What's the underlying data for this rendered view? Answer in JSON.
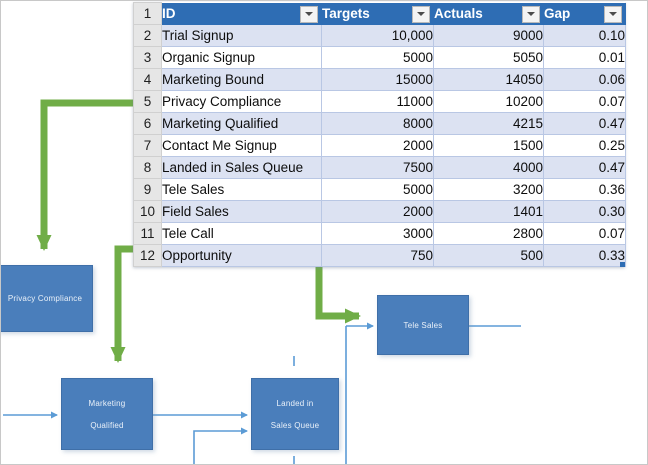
{
  "spreadsheet": {
    "row_numbers": [
      "1",
      "2",
      "3",
      "4",
      "5",
      "6",
      "7",
      "8",
      "9",
      "10",
      "11",
      "12"
    ],
    "headers": [
      "ID",
      "Targets",
      "Actuals",
      "Gap"
    ],
    "header_fill": "#2E6DB4",
    "band_fill": "#DCE2F2",
    "rows": [
      {
        "n": "2",
        "id": "Trial Signup",
        "targets": "10,000",
        "actuals": "9000",
        "gap": "0.10"
      },
      {
        "n": "3",
        "id": "Organic Signup",
        "targets": "5000",
        "actuals": "5050",
        "gap": "0.01"
      },
      {
        "n": "4",
        "id": "Marketing Bound",
        "targets": "15000",
        "actuals": "14050",
        "gap": "0.06"
      },
      {
        "n": "5",
        "id": "Privacy Compliance",
        "targets": "11000",
        "actuals": "10200",
        "gap": "0.07"
      },
      {
        "n": "6",
        "id": "Marketing Qualified",
        "targets": "8000",
        "actuals": "4215",
        "gap": "0.47"
      },
      {
        "n": "7",
        "id": "Contact Me Signup",
        "targets": "2000",
        "actuals": "1500",
        "gap": "0.25"
      },
      {
        "n": "8",
        "id": "Landed in Sales Queue",
        "targets": "7500",
        "actuals": "4000",
        "gap": "0.47"
      },
      {
        "n": "9",
        "id": "Tele Sales",
        "targets": "5000",
        "actuals": "3200",
        "gap": "0.36"
      },
      {
        "n": "10",
        "id": "Field Sales",
        "targets": "2000",
        "actuals": "1401",
        "gap": "0.30"
      },
      {
        "n": "11",
        "id": "Tele Call",
        "targets": "3000",
        "actuals": "2800",
        "gap": "0.07"
      },
      {
        "n": "12",
        "id": "Opportunity",
        "targets": "750",
        "actuals": "500",
        "gap": "0.33"
      }
    ]
  },
  "diagram": {
    "node_fill": "#4A7EBB",
    "connector_color": "#5B9BD5",
    "highlight_color": "#70AD47",
    "nodes": [
      {
        "name": "privacy-compliance",
        "label": "Privacy Compliance",
        "label_line1": "Privacy Compliance"
      },
      {
        "name": "marketing-qualified",
        "label": "Marketing Qualified",
        "label_line1": "Marketing",
        "label_line2": "Qualified"
      },
      {
        "name": "landed-in-sales-queue",
        "label": "Landed in Sales Queue",
        "label_line1": "Landed in",
        "label_line2": "Sales Queue"
      },
      {
        "name": "tele-sales",
        "label": "Tele Sales",
        "label_line1": "Tele Sales"
      }
    ]
  }
}
